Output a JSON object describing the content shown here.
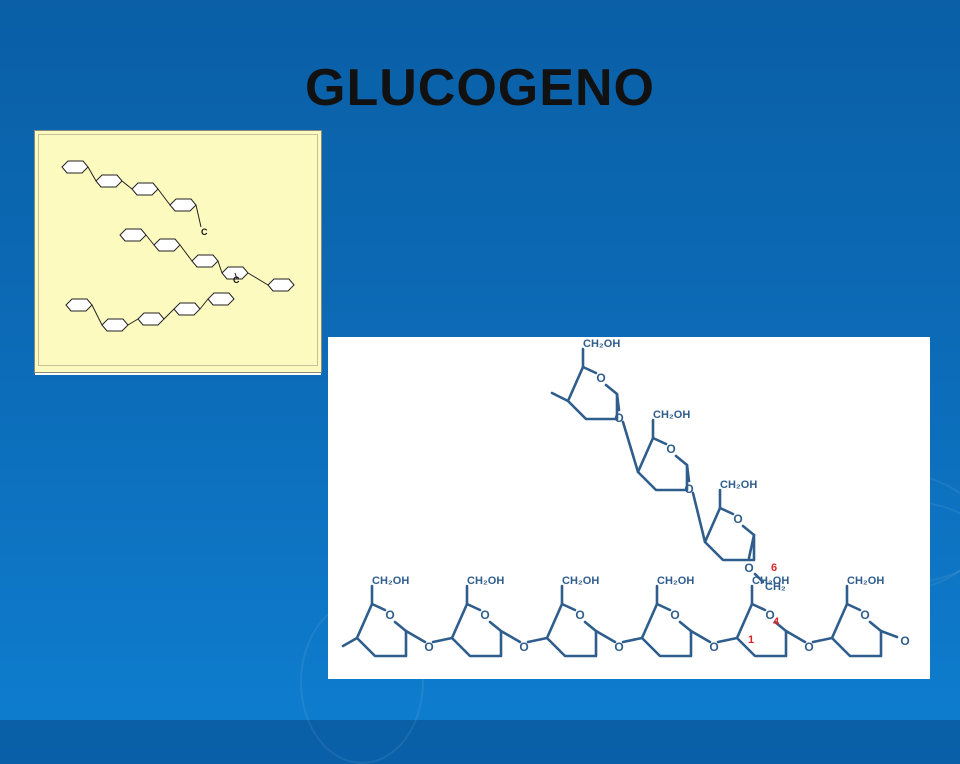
{
  "title": "GLUCOGENO",
  "schematic": {
    "branch_label_1": "C",
    "branch_label_2": "C"
  },
  "structure": {
    "ch2oh": "CH₂OH",
    "ch2": "CH₂",
    "o": "O",
    "carbon_6": "6",
    "carbon_1": "1",
    "carbon_4": "4"
  },
  "colors": {
    "background": "#0c6ab6",
    "structure_stroke": "#2f5d8c",
    "carbon_number": "#d8262a",
    "schematic_bg": "#fdfac0"
  }
}
